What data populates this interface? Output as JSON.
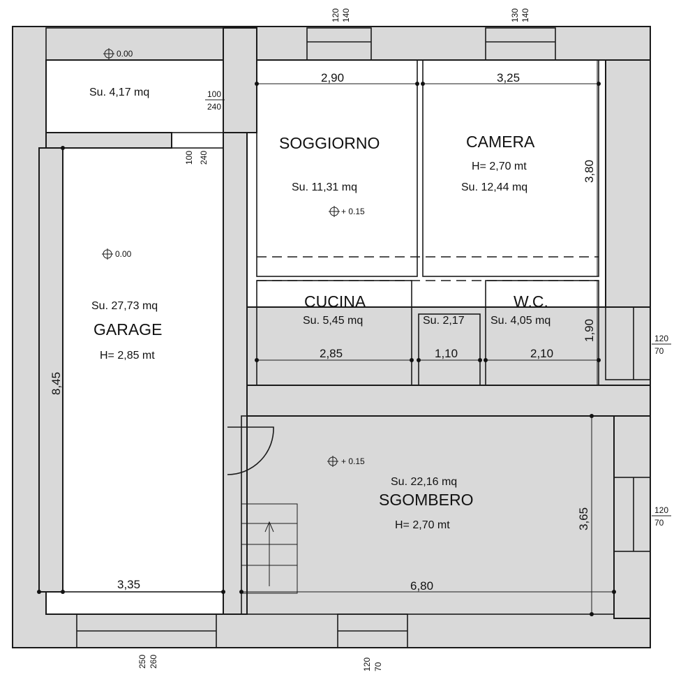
{
  "rooms": {
    "ripostiglio": {
      "area": "Su. 4,17 mq",
      "level": "0.00"
    },
    "soggiorno": {
      "name": "SOGGIORNO",
      "area": "Su. 11,31 mq",
      "level": "+ 0.15",
      "width": "2,90"
    },
    "camera": {
      "name": "CAMERA",
      "height": "H= 2,70 mt",
      "area": "Su. 12,44 mq",
      "width": "3,25",
      "depth": "3,80"
    },
    "cucina": {
      "name": "CUCINA",
      "area": "Su. 5,45 mq",
      "width": "2,85"
    },
    "disimpegno": {
      "area": "Su. 2,17",
      "width": "1,10"
    },
    "wc": {
      "name": "W.C.",
      "area": "Su. 4,05 mq",
      "width": "2,10",
      "depth": "1,90"
    },
    "garage": {
      "name": "GARAGE",
      "height": "H= 2,85 mt",
      "area": "Su. 27,73 mq",
      "level": "0.00",
      "width": "3,35",
      "depth": "8,45"
    },
    "sgombero": {
      "name": "SGOMBERO",
      "height": "H= 2,70 mt",
      "area": "Su. 22,16 mq",
      "level": "+ 0.15",
      "width": "6,80",
      "depth": "3,65"
    }
  },
  "openings": {
    "top_window_1": {
      "a": "120",
      "b": "140"
    },
    "top_window_2": {
      "a": "130",
      "b": "140"
    },
    "door_1": {
      "a": "100",
      "b": "240"
    },
    "door_2": {
      "a": "100",
      "b": "240"
    },
    "right_window_1": {
      "a": "120",
      "b": "70"
    },
    "right_window_2": {
      "a": "120",
      "b": "70"
    },
    "bottom_door": {
      "a": "250",
      "b": "260"
    },
    "bottom_window": {
      "a": "120",
      "b": "70"
    }
  },
  "colors": {
    "wall": "#d9d9d9",
    "ink": "#1a1a1a"
  }
}
